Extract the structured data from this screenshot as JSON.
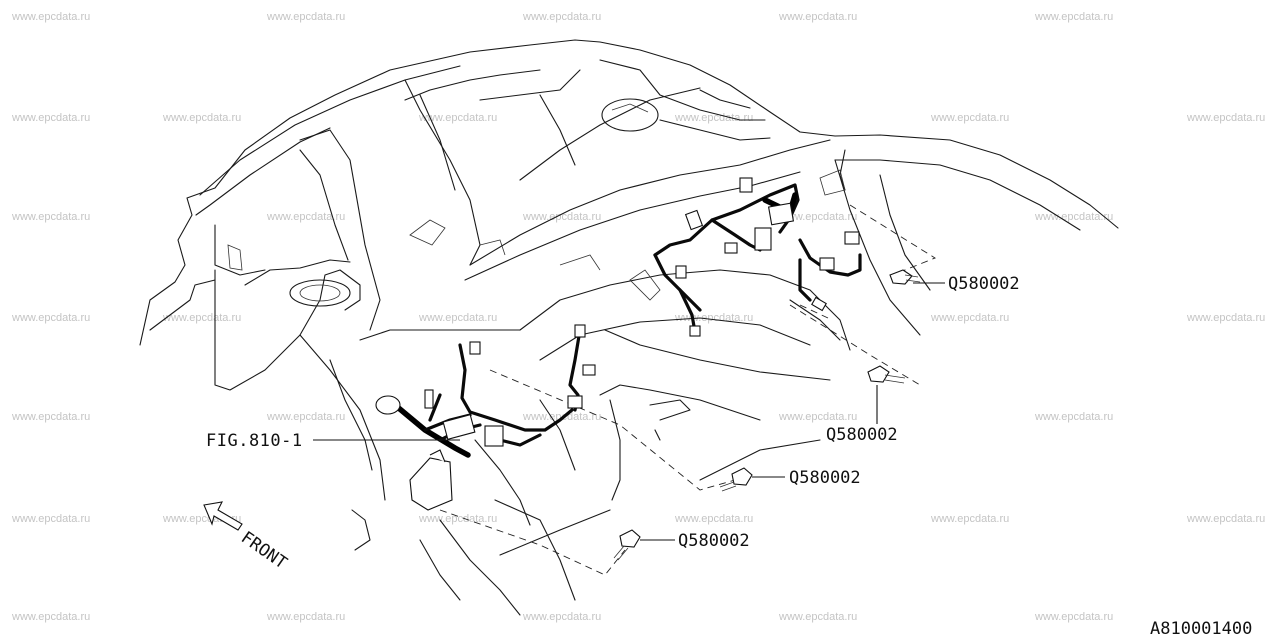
{
  "watermark": "www.epcdata.ru",
  "callouts": {
    "fig": "FIG.810-1",
    "bolt_1": "Q580002",
    "bolt_2": "Q580002",
    "bolt_3": "Q580002",
    "bolt_4": "Q580002"
  },
  "front_label": "FRONT",
  "diagram_code": "A810001400"
}
